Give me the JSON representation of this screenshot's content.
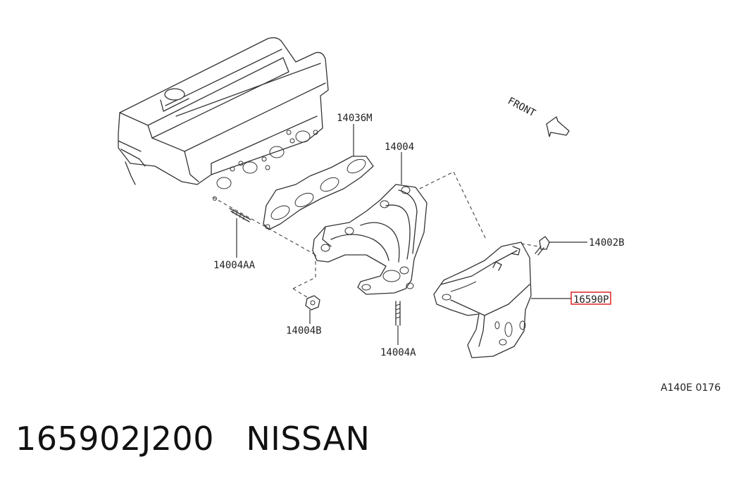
{
  "diagram": {
    "labels": {
      "gasket": "14036M",
      "manifold": "14004",
      "bolt": "14002B",
      "stud_left": "14004AA",
      "nut": "14004B",
      "stud_lower": "14004A",
      "heat_shield": "16590P",
      "direction": "FRONT"
    },
    "highlight_color": "#e03030",
    "drawing_code": "A140E 0176"
  },
  "caption": {
    "part_number": "165902J200",
    "brand": "NISSAN"
  }
}
